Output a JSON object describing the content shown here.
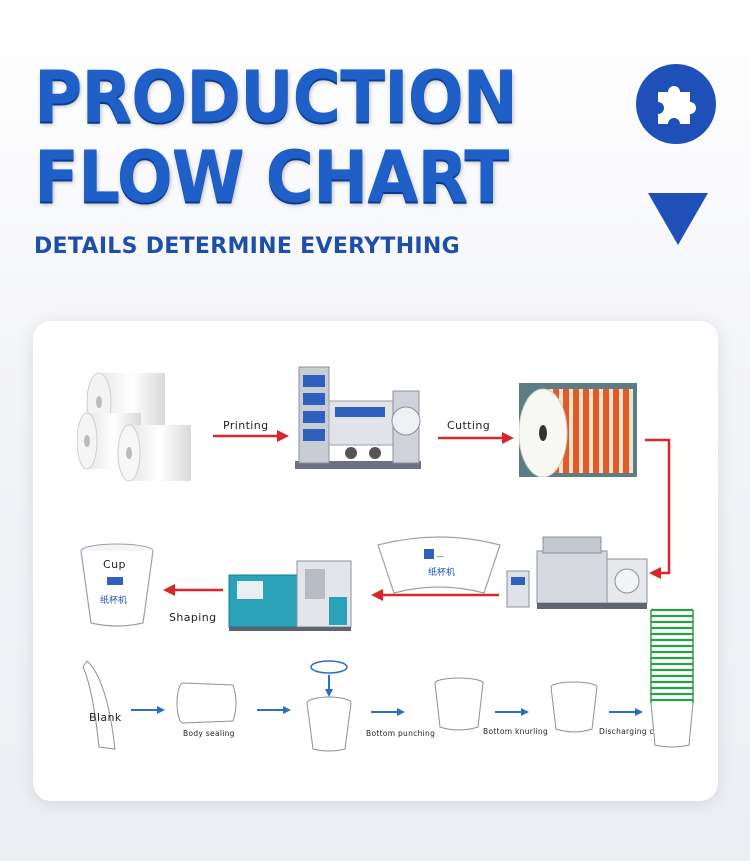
{
  "header": {
    "title_line1": "PRODUCTION",
    "title_line2": "FLOW CHART",
    "subtitle": "DETAILS DETERMINE EVERYTHING"
  },
  "flow": {
    "step_labels": {
      "printing": "Printing",
      "cutting": "Cutting",
      "shaping": "Shaping"
    },
    "cup_label": "Cup",
    "cup_chinese": "纸杯机",
    "blank_chinese": "纸杯机",
    "sub_steps": {
      "blank": "Blank",
      "body_sealing": "Body sealing",
      "bottom_punching": "Bottom punching",
      "bottom_knurling": "Bottom knurling",
      "discharging_cup": "Discharging cup"
    }
  },
  "colors": {
    "title_blue": "#1f5fc8",
    "badge_blue": "#1f4fb8",
    "arrow_red": "#d8262a",
    "arrow_blue": "#2a6fc0"
  },
  "icons": [
    "puzzle-icon",
    "down-triangle-icon"
  ]
}
